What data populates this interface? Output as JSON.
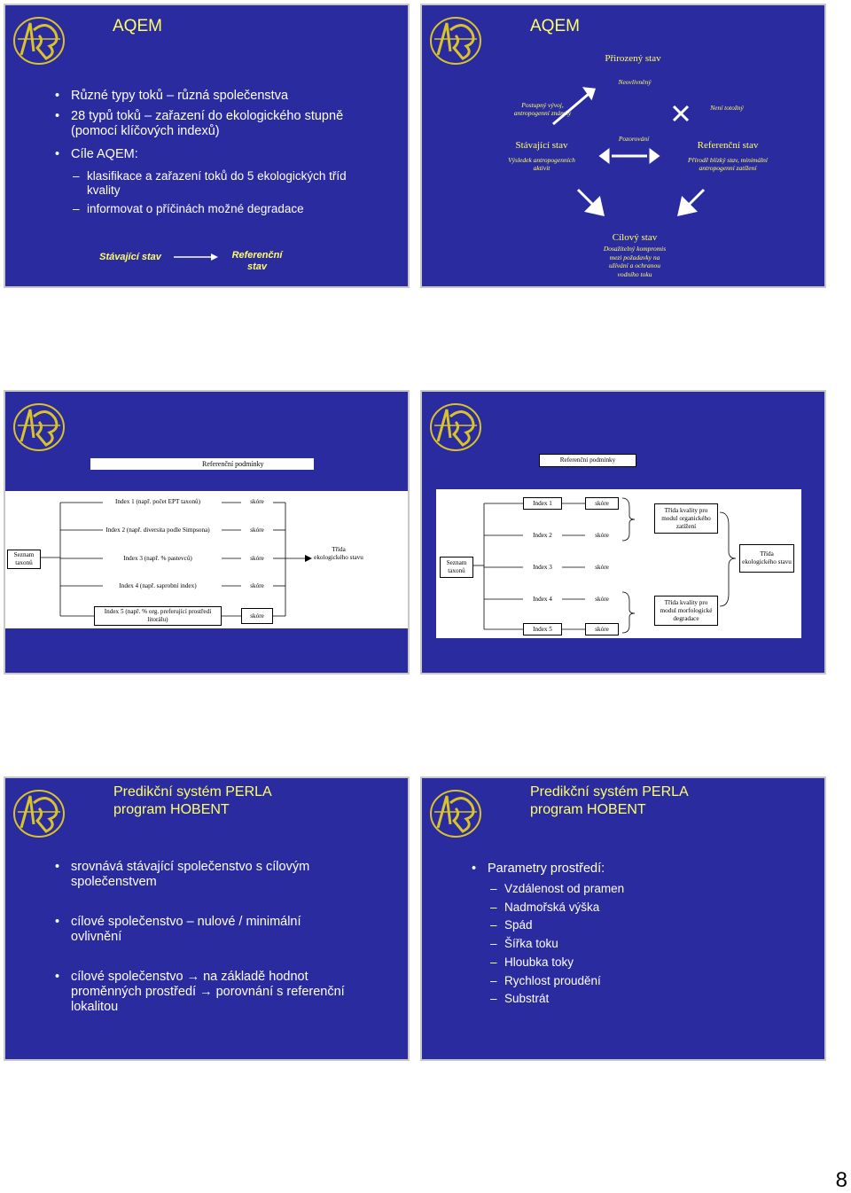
{
  "slide1": {
    "title": "AQEM",
    "bullets": [
      "Různé typy toků – různá společenstva",
      "28 typů toků – zařazení do ekologického stupně (pomocí klíčových indexů)",
      "Cíle AQEM:"
    ],
    "subbullets": [
      "klasifikace a zařazení toků do 5 ekologických tříd kvality",
      "informovat o příčinách možné degradace"
    ],
    "flow_from": "Stávající stav",
    "flow_to": "Referenční stav"
  },
  "slide2": {
    "title": "AQEM",
    "natural": "Přirozený stav",
    "unchanged": "Neovlivněný",
    "gradual": "Postupný vývoj, antropogenní známky",
    "current": "Stávající stav",
    "current_desc": "Výsledek antropogenních aktivit",
    "observation": "Pozorování",
    "not_identical": "Není totožný",
    "reference": "Referenční stav",
    "reference_desc": "Přírodě blízký stav, minimální antropogenní zatížení",
    "target": "Cílový stav",
    "target_desc": "Dosažitelný kompromis mezi požadavky na užívání a ochranou vodního toku"
  },
  "slide3": {
    "ref": "Referenční podmínky",
    "taxa": "Seznam taxonů",
    "indices": [
      "Index 1 (např. počet EPT taxonů)",
      "Index 2 (např. diversita podle Simpsona)",
      "Index 3 (např. % pastevců)",
      "Index 4 (např. saprobní index)",
      "Index 5 (např. % org. preferující prostředí litorálu)"
    ],
    "score": "skóre",
    "class": "Třída ekologického stavu"
  },
  "slide4": {
    "ref": "Referenční podmínky",
    "taxa": "Seznam taxonů",
    "indices": [
      "Index 1",
      "Index 2",
      "Index 3",
      "Index 4",
      "Index 5"
    ],
    "score": "skóre",
    "module_org": "Třída kvality pro modul organického zatížení",
    "module_morph": "Třída kvality pro modul morfologické degradace",
    "class": "Třída ekologického stavu"
  },
  "slide5": {
    "title_line1": "Predikční systém PERLA",
    "title_line2": "program HOBENT",
    "bullet1": "srovnává stávající společenstvo s cílovým společenstvem",
    "bullet2": "cílové společenstvo – nulové / minimální ovlivnění",
    "bullet3_part1": "cílové společenstvo",
    "arrow_glyph": "→",
    "bullet3_part2": "na základě hodnot proměnných prostředí",
    "bullet3_part3": "porovnání s referenční lokalitou"
  },
  "slide6": {
    "title_line1": "Predikční systém PERLA",
    "title_line2": "program HOBENT",
    "bullet": "Parametry prostředí:",
    "params": [
      "Vzdálenost od pramen",
      "Nadmořská výška",
      "Spád",
      "Šířka toku",
      "Hloubka toky",
      "Rychlost proudění",
      "Substrát"
    ]
  },
  "page_number": "8",
  "colors": {
    "slide_bg": "#2b2ba0",
    "title": "#ffff66",
    "text": "#ffffff",
    "logo": "#d8c32a"
  }
}
